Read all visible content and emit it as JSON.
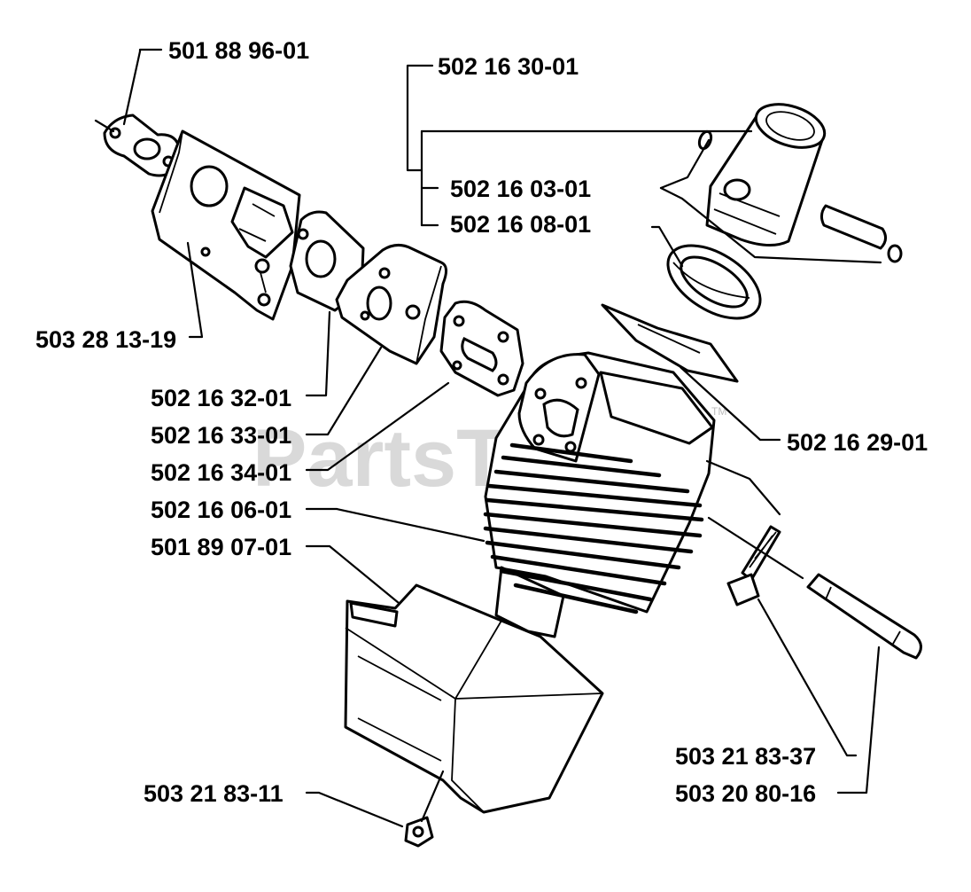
{
  "watermark": {
    "text": "PartsTree",
    "tm": "TM"
  },
  "labels": {
    "gasket_top": "501 88 96-01",
    "piston_kit": "502 16 30-01",
    "piston": "502 16 03-01",
    "piston_ring": "502 16 08-01",
    "carb_screw": "503 28 13-19",
    "intake_gasket": "502 16 32-01",
    "intake_manifold": "502 16 33-01",
    "muffler_gasket": "502 16 34-01",
    "cylinder": "502 16 06-01",
    "heat_shield": "501 89 07-01",
    "base_gasket": "502 16 29-01",
    "screw_bottom": "503 21 83-11",
    "screw_right": "503 21 83-37",
    "pin_right": "503 20 80-16"
  }
}
